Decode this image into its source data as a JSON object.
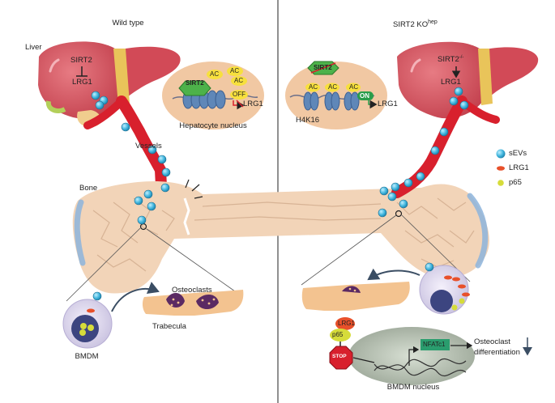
{
  "panels": {
    "left_title": "Wild type",
    "right_title_main": "SIRT2 KO",
    "right_title_sup": "hep"
  },
  "labels": {
    "liver": "Liver",
    "vessels": "Vessels",
    "bone": "Bone",
    "hepatocyte_nucleus": "Hepatocyte nucleus",
    "osteoclasts": "Osteoclasts",
    "trabecula": "Trabecula",
    "bmdm": "BMDM",
    "bmdm_nucleus": "BMDM nucleus",
    "h4k16": "H4K16",
    "osteoclast": "Osteoclast",
    "differentiation": "differentiation"
  },
  "liver_left": {
    "gene": "SIRT2",
    "target": "LRG1"
  },
  "liver_right": {
    "gene": "SIRT2",
    "gene_sup": "-/-",
    "target": "LRG1"
  },
  "nucleus_left": {
    "protein": "SIRT2",
    "mark": "AC",
    "state": "OFF",
    "gene": "LRG1"
  },
  "nucleus_right": {
    "protein": "SIRT2",
    "mark": "AC",
    "state": "ON",
    "gene": "LRG1"
  },
  "bmdm_pathway": {
    "lrg1": "LRG1",
    "p65": "p65",
    "stop": "STOP",
    "nfatc1": "NFATc1"
  },
  "legend": [
    {
      "label": "sEVs",
      "color": "#3fb4dc"
    },
    {
      "label": "LRG1",
      "color": "#e8502a"
    },
    {
      "label": "p65",
      "color": "#d6dc3a"
    }
  ],
  "colors": {
    "liver": "#d9505d",
    "vessel": "#d8202d",
    "bone": "#f2d4b8",
    "sev": "#3fb4dc",
    "nucleus": "#f1c8a3",
    "sirt2": "#4db24a",
    "on": "#2a9d4a",
    "stop": "#d8202d"
  }
}
